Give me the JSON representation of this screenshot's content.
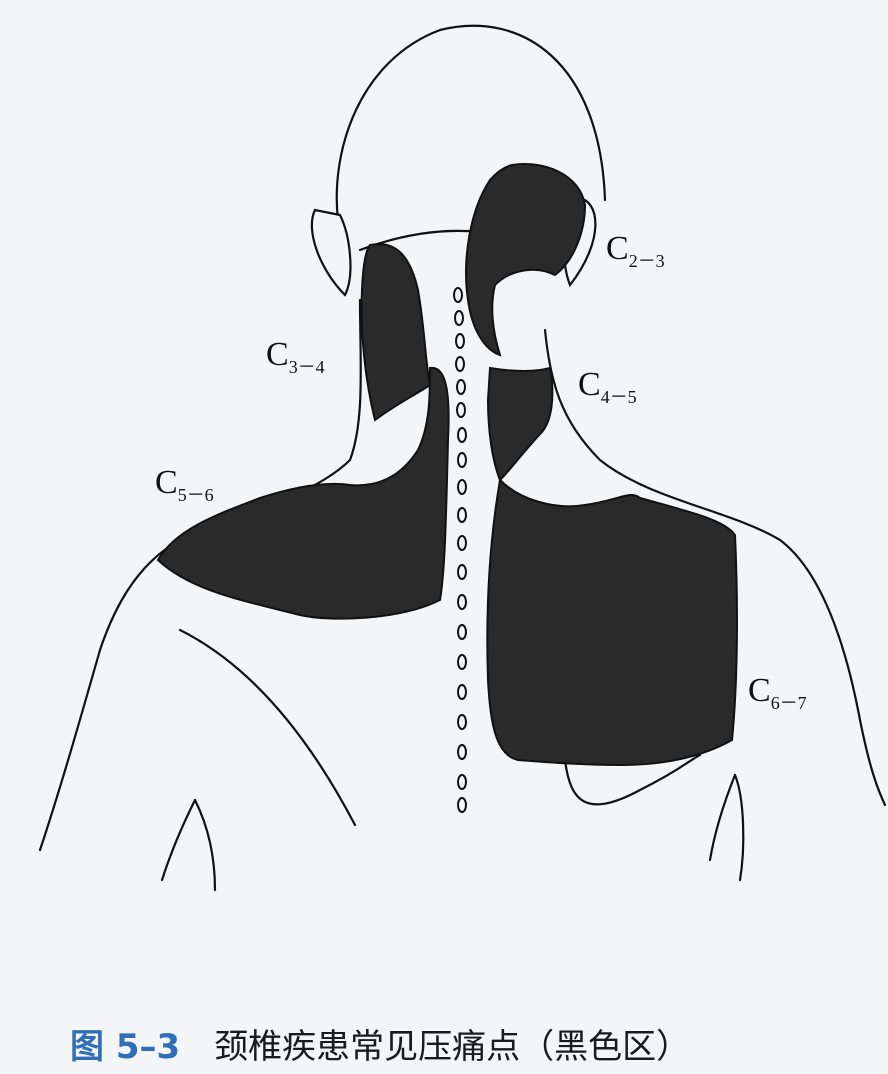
{
  "labels": {
    "c2_3": {
      "main": "C",
      "sub": "2－3"
    },
    "c3_4": {
      "main": "C",
      "sub": "3－4"
    },
    "c4_5": {
      "main": "C",
      "sub": "4－5"
    },
    "c5_6": {
      "main": "C",
      "sub": "5－6"
    },
    "c6_7": {
      "main": "C",
      "sub": "6－7"
    }
  },
  "caption": {
    "number": "图 5–3",
    "text": "颈椎疾患常见压痛点（黑色区）"
  },
  "colors": {
    "tender_area": "#2a2a2a",
    "outline": "#111111",
    "caption_number": "#2f6fb7"
  }
}
